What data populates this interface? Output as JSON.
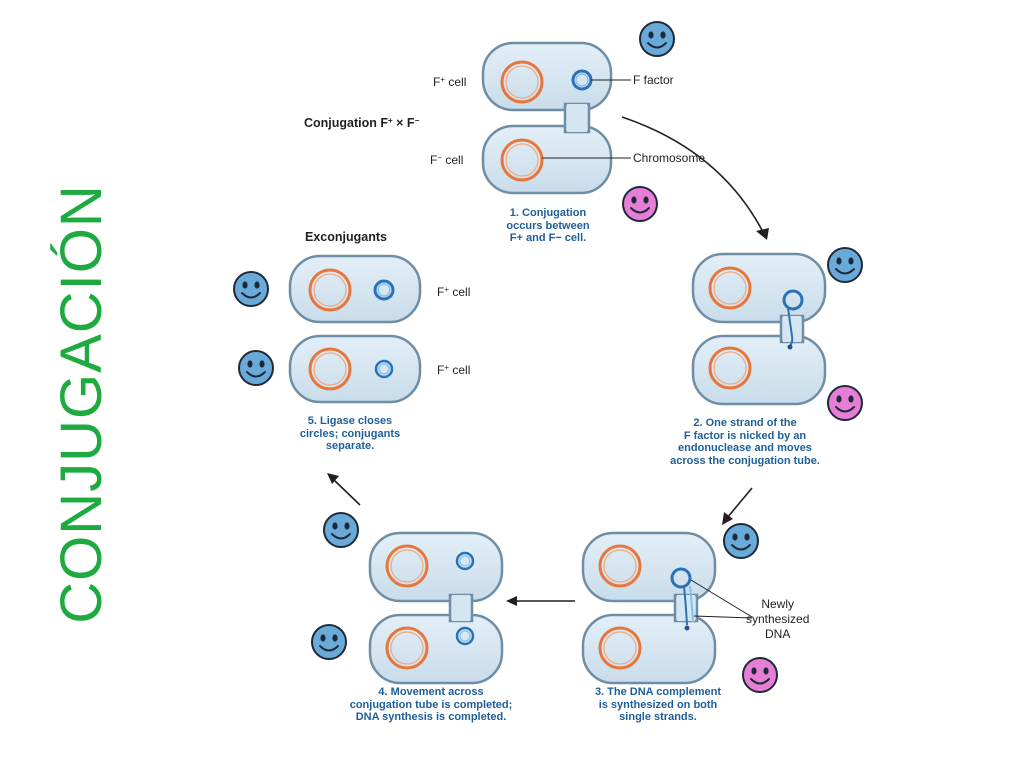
{
  "title": "CONJUGACIÓN",
  "labels": {
    "fplus_cell": "F",
    "fplus_sup": "+",
    "fminus_cell": "F",
    "fminus_sup": "−",
    "cell_word": " cell",
    "cross_prefix": "Conjugation F",
    "cross_times": " × F",
    "f_factor": "F factor",
    "chromosome": "Chromosome",
    "exconjugants": "Exconjugants",
    "newly_synthesized": [
      "Newly",
      "synthesized",
      "DNA"
    ]
  },
  "steps": [
    {
      "lines": [
        "1. Conjugation",
        "occurs between",
        "F+ and F− cell."
      ]
    },
    {
      "lines": [
        "2. One strand of the",
        "F factor is nicked by an",
        "endonuclease and moves",
        "across the conjugation tube."
      ]
    },
    {
      "lines": [
        "3. The DNA complement",
        "is synthesized on both",
        "single strands."
      ]
    },
    {
      "lines": [
        "4. Movement across",
        "conjugation tube is completed;",
        "DNA synthesis is completed."
      ]
    },
    {
      "lines": [
        "5. Ligase closes",
        "circles; conjugants",
        "separate."
      ]
    }
  ],
  "colors": {
    "title": "#1daa3f",
    "cell_fill": "#d4e6f1",
    "cell_stroke": "#6f8ea6",
    "chromosome": "#e8763a",
    "plasmid": "#2a72b5",
    "caption": "#1e5f99",
    "smiley_blue": "#6aaad8",
    "smiley_pink": "#e77ed6"
  }
}
